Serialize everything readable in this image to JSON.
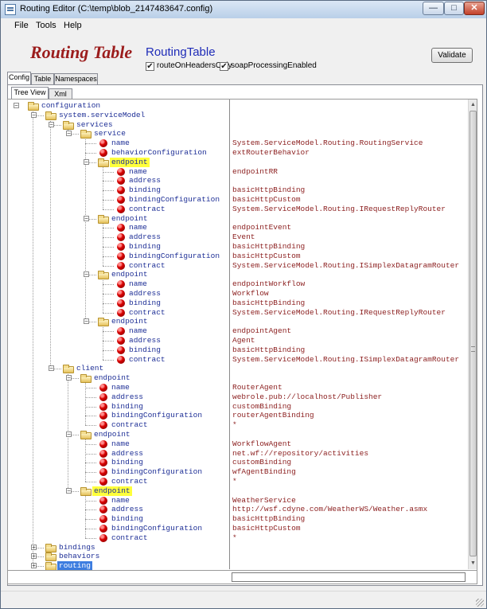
{
  "window": {
    "title": "Routing Editor (C:\\temp\\blob_2147483647.config)",
    "controls": [
      "—",
      "□",
      "✕"
    ]
  },
  "menu": [
    "File",
    "Tools",
    "Help"
  ],
  "header": {
    "title": "Routing Table",
    "table_name": "RoutingTable",
    "checkboxes": [
      {
        "label": "routeOnHeadersOnly",
        "checked": true
      },
      {
        "label": "soapProcessingEnabled",
        "checked": true
      }
    ],
    "validate_label": "Validate"
  },
  "tabs": [
    "Config",
    "Table",
    "Namespaces"
  ],
  "view_tabs": [
    "Tree View",
    "Xml"
  ],
  "tree_nodes": [
    {
      "label": "configuration",
      "level": 0,
      "kind": "folder",
      "expanded": true
    },
    {
      "label": "system.serviceModel",
      "level": 1,
      "kind": "folder",
      "expanded": true
    },
    {
      "label": "services",
      "level": 2,
      "kind": "folder",
      "expanded": true
    },
    {
      "label": "service",
      "level": 3,
      "kind": "folder",
      "expanded": true
    },
    {
      "label": "name",
      "level": 4,
      "kind": "attr",
      "value": "System.ServiceModel.Routing.RoutingService"
    },
    {
      "label": "behaviorConfiguration",
      "level": 4,
      "kind": "attr",
      "value": "extRouterBehavior"
    },
    {
      "label": "endpoint",
      "level": 4,
      "kind": "folder",
      "expanded": true,
      "highlight": true
    },
    {
      "label": "name",
      "level": 5,
      "kind": "attr",
      "value": "endpointRR"
    },
    {
      "label": "address",
      "level": 5,
      "kind": "attr",
      "value": ""
    },
    {
      "label": "binding",
      "level": 5,
      "kind": "attr",
      "value": "basicHttpBinding"
    },
    {
      "label": "bindingConfiguration",
      "level": 5,
      "kind": "attr",
      "value": "basicHttpCustom"
    },
    {
      "label": "contract",
      "level": 5,
      "kind": "attr",
      "value": "System.ServiceModel.Routing.IRequestReplyRouter"
    },
    {
      "label": "endpoint",
      "level": 4,
      "kind": "folder",
      "expanded": true
    },
    {
      "label": "name",
      "level": 5,
      "kind": "attr",
      "value": "endpointEvent"
    },
    {
      "label": "address",
      "level": 5,
      "kind": "attr",
      "value": "Event"
    },
    {
      "label": "binding",
      "level": 5,
      "kind": "attr",
      "value": "basicHttpBinding"
    },
    {
      "label": "bindingConfiguration",
      "level": 5,
      "kind": "attr",
      "value": "basicHttpCustom"
    },
    {
      "label": "contract",
      "level": 5,
      "kind": "attr",
      "value": "System.ServiceModel.Routing.ISimplexDatagramRouter"
    },
    {
      "label": "endpoint",
      "level": 4,
      "kind": "folder",
      "expanded": true
    },
    {
      "label": "name",
      "level": 5,
      "kind": "attr",
      "value": "endpointWorkflow"
    },
    {
      "label": "address",
      "level": 5,
      "kind": "attr",
      "value": "Workflow"
    },
    {
      "label": "binding",
      "level": 5,
      "kind": "attr",
      "value": "basicHttpBinding"
    },
    {
      "label": "contract",
      "level": 5,
      "kind": "attr",
      "value": "System.ServiceModel.Routing.IRequestReplyRouter"
    },
    {
      "label": "endpoint",
      "level": 4,
      "kind": "folder",
      "expanded": true
    },
    {
      "label": "name",
      "level": 5,
      "kind": "attr",
      "value": "endpointAgent"
    },
    {
      "label": "address",
      "level": 5,
      "kind": "attr",
      "value": "Agent"
    },
    {
      "label": "binding",
      "level": 5,
      "kind": "attr",
      "value": "basicHttpBinding"
    },
    {
      "label": "contract",
      "level": 5,
      "kind": "attr",
      "value": "System.ServiceModel.Routing.ISimplexDatagramRouter"
    },
    {
      "label": "client",
      "level": 2,
      "kind": "folder",
      "expanded": true
    },
    {
      "label": "endpoint",
      "level": 3,
      "kind": "folder",
      "expanded": true
    },
    {
      "label": "name",
      "level": 4,
      "kind": "attr",
      "value": "RouterAgent"
    },
    {
      "label": "address",
      "level": 4,
      "kind": "attr",
      "value": "webrole.pub://localhost/Publisher"
    },
    {
      "label": "binding",
      "level": 4,
      "kind": "attr",
      "value": "customBinding"
    },
    {
      "label": "bindingConfiguration",
      "level": 4,
      "kind": "attr",
      "value": "routerAgentBinding"
    },
    {
      "label": "contract",
      "level": 4,
      "kind": "attr",
      "value": "*"
    },
    {
      "label": "endpoint",
      "level": 3,
      "kind": "folder",
      "expanded": true
    },
    {
      "label": "name",
      "level": 4,
      "kind": "attr",
      "value": "WorkflowAgent"
    },
    {
      "label": "address",
      "level": 4,
      "kind": "attr",
      "value": "net.wf://repository/activities"
    },
    {
      "label": "binding",
      "level": 4,
      "kind": "attr",
      "value": "customBinding"
    },
    {
      "label": "bindingConfiguration",
      "level": 4,
      "kind": "attr",
      "value": "wfAgentBinding"
    },
    {
      "label": "contract",
      "level": 4,
      "kind": "attr",
      "value": "*"
    },
    {
      "label": "endpoint",
      "level": 3,
      "kind": "folder",
      "expanded": true,
      "highlight": true
    },
    {
      "label": "name",
      "level": 4,
      "kind": "attr",
      "value": "WeatherService"
    },
    {
      "label": "address",
      "level": 4,
      "kind": "attr",
      "value": "http://wsf.cdyne.com/WeatherWS/Weather.asmx"
    },
    {
      "label": "binding",
      "level": 4,
      "kind": "attr",
      "value": "basicHttpBinding"
    },
    {
      "label": "bindingConfiguration",
      "level": 4,
      "kind": "attr",
      "value": "basicHttpCustom"
    },
    {
      "label": "contract",
      "level": 4,
      "kind": "attr",
      "value": "*"
    },
    {
      "label": "bindings",
      "level": 1,
      "kind": "folder",
      "expanded": false
    },
    {
      "label": "behaviors",
      "level": 1,
      "kind": "folder",
      "expanded": false
    },
    {
      "label": "routing",
      "level": 1,
      "kind": "folder",
      "expanded": false,
      "selected": true
    }
  ]
}
